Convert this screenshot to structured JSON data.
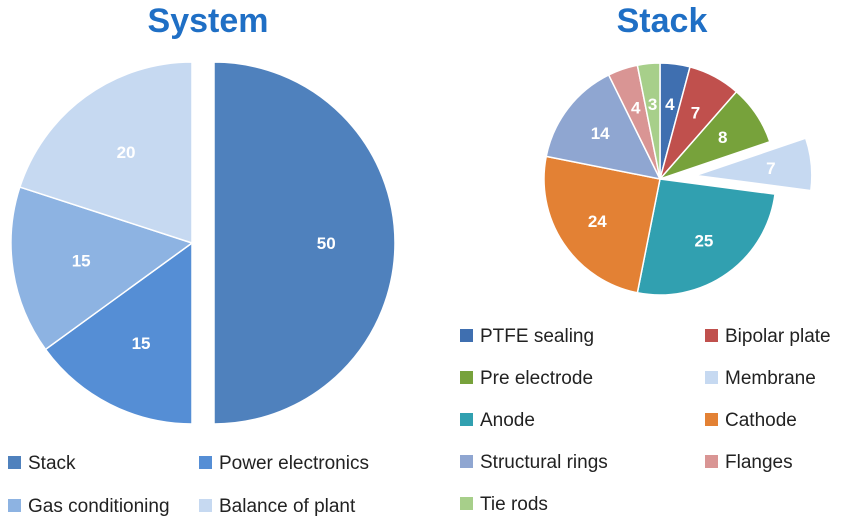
{
  "chart_data": [
    {
      "type": "pie",
      "title": "System",
      "legend_position": "bottom",
      "categories": [
        "Stack",
        "Power electronics",
        "Gas conditioning",
        "Balance of plant"
      ],
      "values": [
        50,
        15,
        15,
        20
      ],
      "colors": [
        "#4f81bd",
        "#558ed5",
        "#8db3e2",
        "#c6d9f1"
      ],
      "exploded": [
        "Stack"
      ]
    },
    {
      "type": "pie",
      "title": "Stack",
      "legend_position": "bottom",
      "categories": [
        "PTFE sealing",
        "Bipolar plate",
        "Pre electrode",
        "Membrane",
        "Anode",
        "Cathode",
        "Structural rings",
        "Flanges",
        "Tie rods"
      ],
      "values": [
        4,
        7,
        8,
        7,
        25,
        24,
        14,
        4,
        3
      ],
      "colors": [
        "#3f6fb0",
        "#c0504d",
        "#77a23b",
        "#c6d9f1",
        "#31a0b0",
        "#e38134",
        "#8fa6d1",
        "#d99594",
        "#a7cf8a"
      ],
      "exploded": [
        "Membrane"
      ]
    }
  ]
}
